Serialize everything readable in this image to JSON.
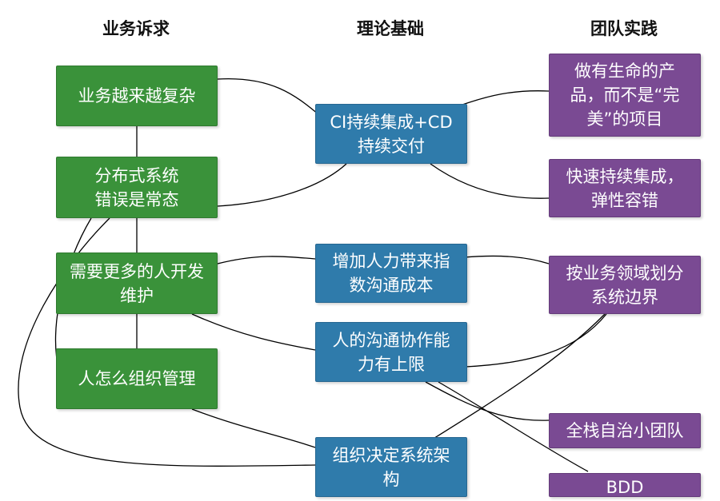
{
  "headers": {
    "business": "业务诉求",
    "theory": "理论基础",
    "team": "团队实践"
  },
  "nodes": {
    "b1": "业务越来越复杂",
    "b2": "分布式系统\n错误是常态",
    "b3": "需要更多的人开发\n维护",
    "b4": "人怎么组织管理",
    "t1": "CI持续集成+CD\n持续交付",
    "t2": "增加人力带来指\n数沟通成本",
    "t3": "人的沟通协作能\n力有上限",
    "t4": "组织决定系统架\n构",
    "p1": "做有生命的产\n品，而不是“完\n美”的项目",
    "p2": "快速持续集成，\n弹性容错",
    "p3": "按业务领域划分\n系统边界",
    "p4": "全栈自治小团队",
    "p5": "BDD"
  },
  "colors": {
    "business": "#3a923a",
    "theory": "#2f7bab",
    "team": "#7a4a93",
    "line": "#000000"
  }
}
